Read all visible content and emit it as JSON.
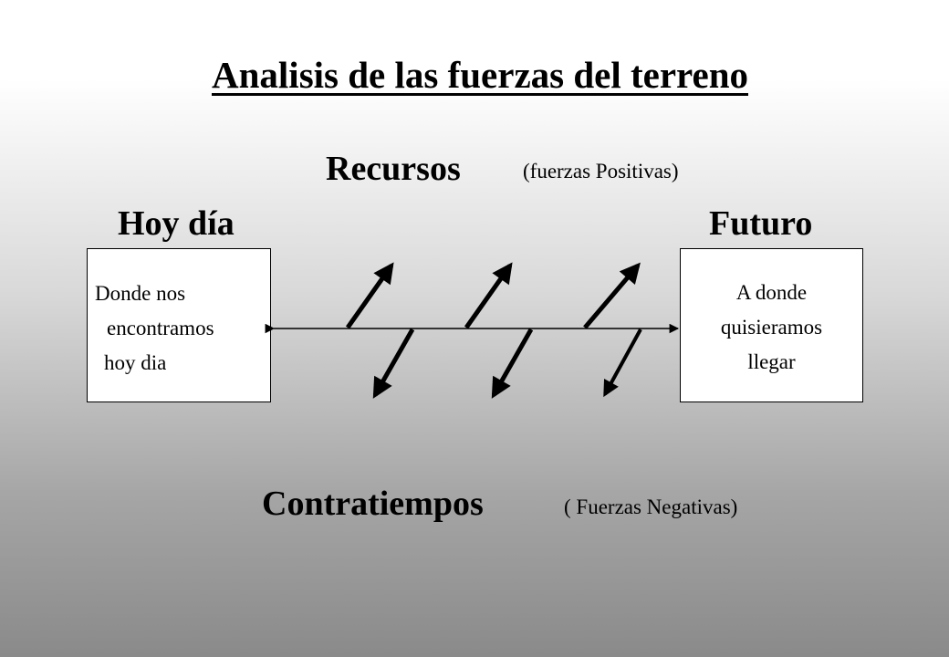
{
  "title": "Analisis de las fuerzas del terreno",
  "recursos": {
    "label": "Recursos",
    "note": "(fuerzas Positivas)"
  },
  "hoy": {
    "label": "Hoy día",
    "box_lines": [
      "Donde nos",
      "encontramos",
      "hoy dia"
    ]
  },
  "futuro": {
    "label": "Futuro",
    "box_lines": [
      "A donde",
      "quisieramos",
      "llegar"
    ]
  },
  "contratiempos": {
    "label": "Contratiempos",
    "note": "( Fuerzas Negativas)"
  },
  "forces": {
    "positive_count": 3,
    "negative_count": 3
  },
  "colors": {
    "arrow": "#000000",
    "box_fill": "#ffffff"
  }
}
